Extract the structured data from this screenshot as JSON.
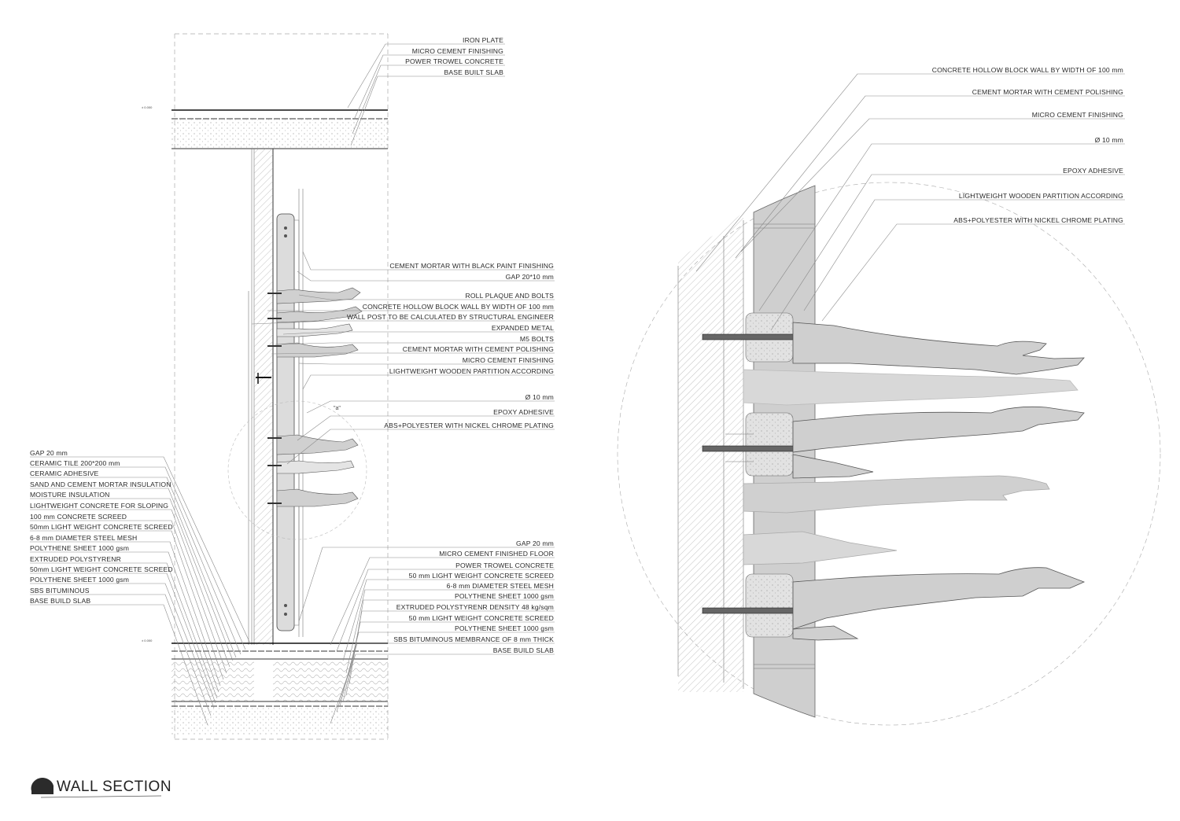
{
  "section_labels_top": [
    "IRON PLATE",
    "MICRO CEMENT FINISHING",
    "POWER TROWEL CONCRETE",
    "BASE BUILT SLAB"
  ],
  "section_labels_mid": [
    "CEMENT MORTAR WITH BLACK PAINT FINISHING",
    "GAP 20*10 mm",
    "ROLL PLAQUE AND BOLTS",
    "CONCRETE HOLLOW BLOCK WALL BY WIDTH OF 100 mm",
    "WALL POST TO BE CALCULATED BY STRUCTURAL ENGINEER",
    "EXPANDED METAL",
    "M5 BOLTS",
    "CEMENT MORTAR WITH CEMENT POLISHING",
    "MICRO CEMENT FINISHING",
    "LIGHTWEIGHT WOODEN PARTITION ACCORDING"
  ],
  "section_labels_mid2": [
    "Ø 10 mm",
    "EPOXY ADHESIVE",
    "ABS+POLYESTER WITH NICKEL CHROME PLATING"
  ],
  "section_labels_bottom_right": [
    "GAP 20 mm",
    "MICRO CEMENT FINISHED FLOOR",
    "POWER TROWEL CONCRETE",
    "50 mm LIGHT WEIGHT CONCRETE SCREED",
    "6-8 mm DIAMETER STEEL MESH",
    "POLYTHENE SHEET 1000 gsm",
    "EXTRUDED POLYSTYRENR DENSITY 48 kg/sqm",
    "50 mm LIGHT WEIGHT CONCRETE SCREED",
    "POLYTHENE SHEET 1000 gsm",
    "SBS BITUMINOUS MEMBRANCE OF 8 mm THICK",
    "BASE BUILD SLAB"
  ],
  "section_labels_left": [
    "GAP 20 mm",
    "CERAMIC TILE 200*200 mm",
    "CERAMIC ADHESIVE",
    "SAND AND CEMENT MORTAR INSULATION",
    "MOISTURE INSULATION",
    "LIGHTWEIGHT CONCRETE FOR SLOPING",
    "100 mm CONCRETE SCREED",
    "50mm LIGHT WEIGHT CONCRETE SCREED",
    "6-8 mm DIAMETER STEEL MESH",
    "POLYTHENE SHEET 1000 gsm",
    "EXTRUDED POLYSTYRENR",
    "50mm LIGHT WEIGHT CONCRETE SCREED",
    "POLYTHENE SHEET 1000 gsm",
    "SBS BITUMINOUS",
    "BASE BUILD SLAB"
  ],
  "detail_labels": [
    "CONCRETE HOLLOW BLOCK WALL BY WIDTH OF 100 mm",
    "CEMENT MORTAR WITH CEMENT POLISHING",
    "MICRO CEMENT FINISHING",
    "Ø 10 mm",
    "EPOXY ADHESIVE",
    "LIGHTWEIGHT WOODEN PARTITION ACCORDING",
    "ABS+POLYESTER WITH NICKEL CHROME PLATING"
  ],
  "detail_marker": "\"a\"",
  "title": "WALL SECTION",
  "colors": {
    "ink": "#222222",
    "leader": "#8a8a8a",
    "arm_fill": "#d6d6d6",
    "wall_fill": "#cfcfcf",
    "light_fill": "#e6e6e6"
  }
}
